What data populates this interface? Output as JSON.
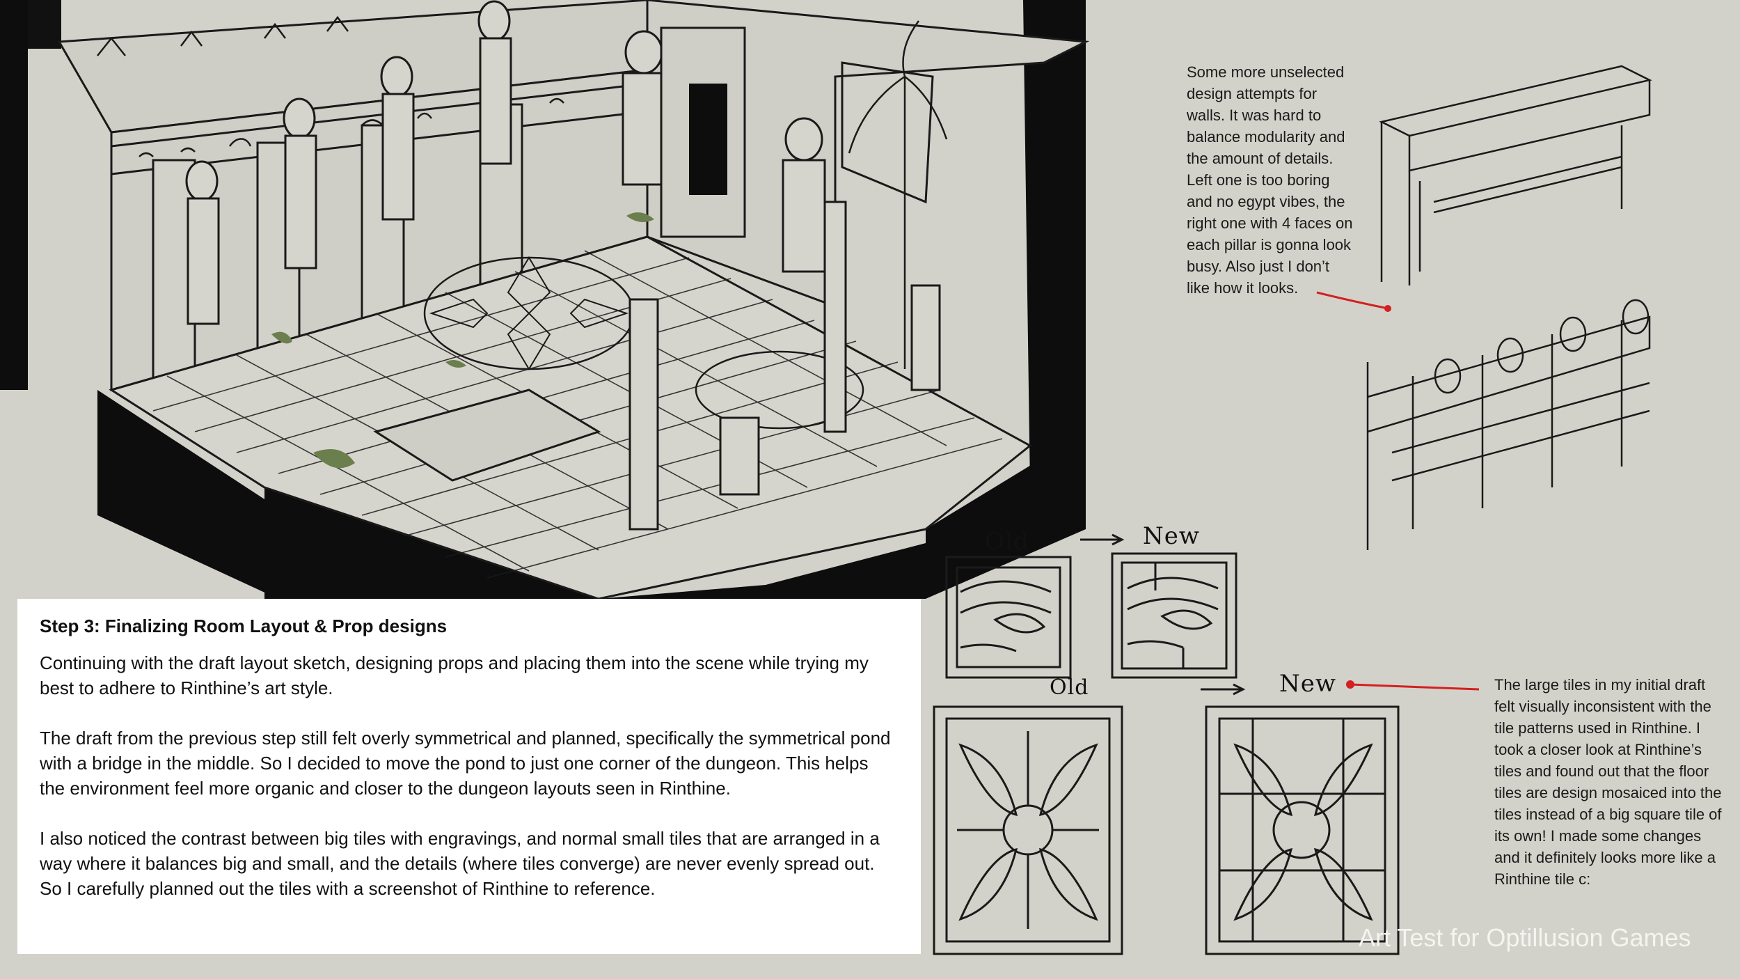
{
  "panel": {
    "heading": "Step 3: Finalizing Room Layout & Prop designs",
    "paragraphs": [
      "Continuing with the draft layout sketch, designing props and placing them into the scene while trying my best to adhere to Rinthine’s art style.",
      "The draft from the previous step still felt overly symmetrical and planned, specifically the symmetrical pond with a bridge in the middle. So I decided to move the pond to just one corner of the dungeon. This helps the environment feel more organic and closer to the dungeon layouts seen in Rinthine.",
      "I also noticed the contrast between big tiles with engravings, and normal small tiles that are arranged in a way where it balances big and small, and the details (where tiles converge) are never evenly spread out. So I carefully planned out the tiles with a screenshot of Rinthine to reference."
    ]
  },
  "notes": {
    "walls": "Some more unselected\ndesign attempts for\nwalls. It was hard to\nbalance modularity and\nthe amount of details.\nLeft one is too boring\nand no egypt vibes, the\nright one with 4 faces on\neach pillar is gonna look\nbusy. Also just I don’t\nlike how it looks.",
    "tiles": "The large tiles in my initial draft\nfelt visually inconsistent with the\ntile patterns used in Rinthine. I\ntook a closer look at Rinthine’s\ntiles and found out that the floor\ntiles are design mosaiced into the\ntiles instead of a big square tile of\nits own! I made some changes\nand it definitely looks more like a\nRinthine tile c:"
  },
  "labels": {
    "old_small": "Old",
    "new_small": "New",
    "old_large": "Old",
    "new_large": "New"
  },
  "footer": "Art Test for Optillusion Games",
  "colors": {
    "background": "#d3d2ca",
    "sketch": "#1a1a1a",
    "moss": "#6b7f4e",
    "annotation": "#d32020"
  }
}
